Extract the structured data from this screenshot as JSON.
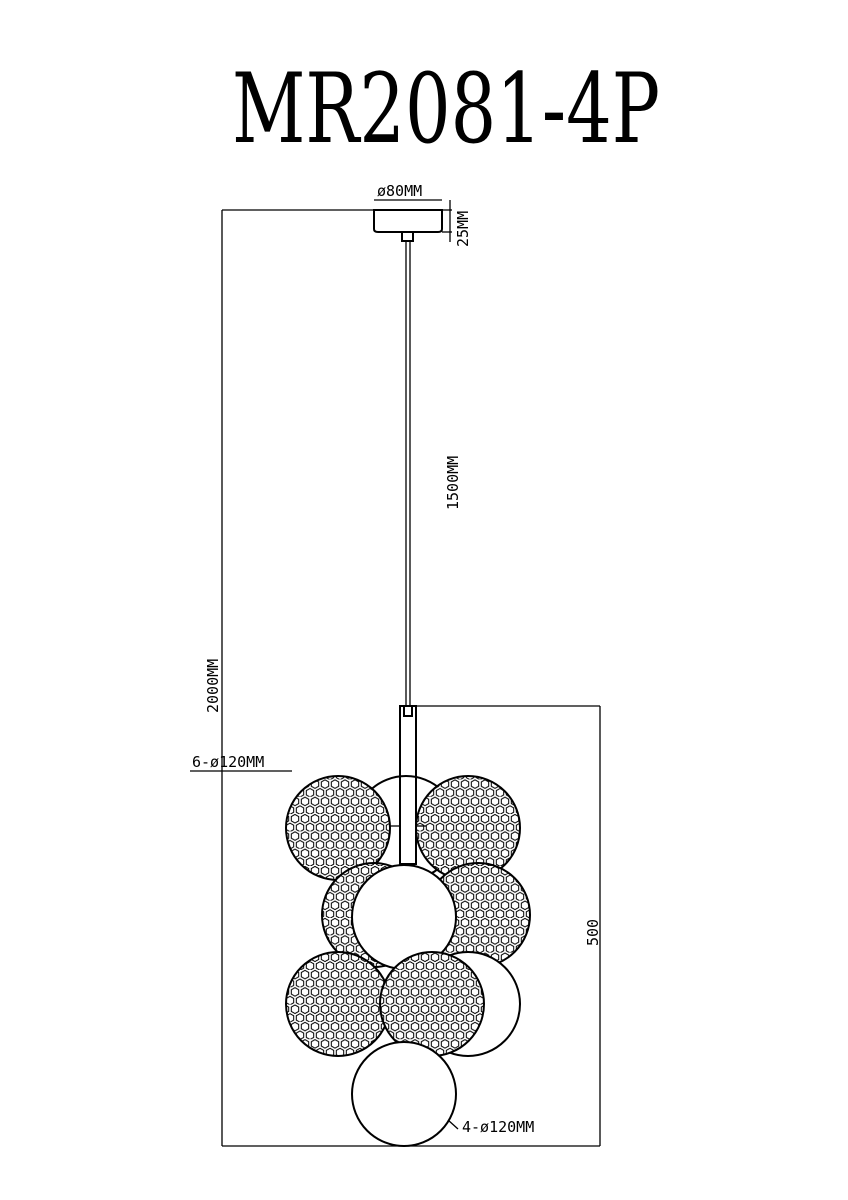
{
  "title": "MR2081-4P",
  "dimensions": {
    "canopy_diameter": "ø80MM",
    "canopy_height": "25MM",
    "cable_length": "1500MM",
    "total_height": "2000MM",
    "balls_mesh": "6-ø120MM",
    "body_height": "500",
    "balls_glass": "4-ø120MM"
  },
  "colors": {
    "line": "#000000",
    "background": "#ffffff"
  }
}
